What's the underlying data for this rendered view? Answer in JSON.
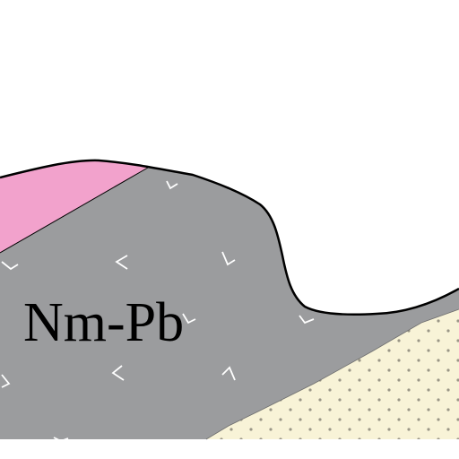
{
  "diagram": {
    "units": [
      {
        "id": "gray-volcanic",
        "label": "Nm-Pb",
        "fill": "#9b9c9e",
        "symbol": "chevron-v"
      },
      {
        "id": "pink-unit",
        "label": "",
        "fill": "#f2a2cc"
      },
      {
        "id": "dotted-sediment",
        "label": "",
        "fill": "#f8f3d7",
        "symbol": "dots"
      }
    ],
    "colors": {
      "outline": "#000000",
      "symbol_marks": "#ffffff",
      "dots": "#9a9686",
      "background": "#ffffff"
    }
  }
}
